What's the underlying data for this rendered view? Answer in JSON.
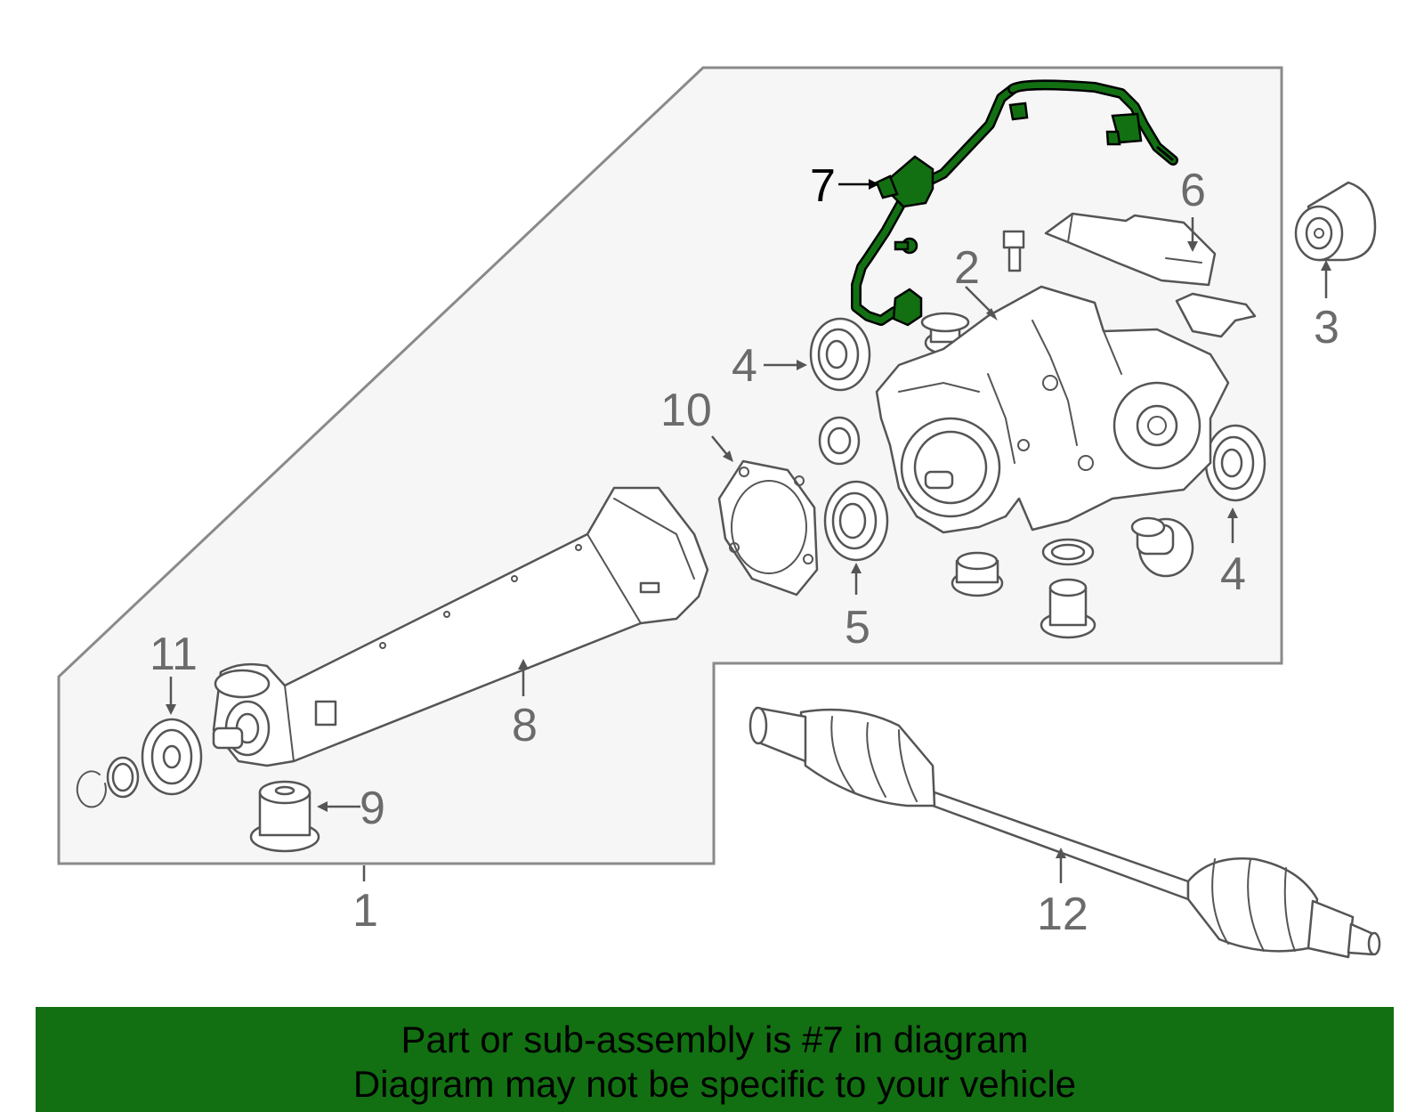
{
  "colors": {
    "highlight": "#127012",
    "panel_fill": "#f6f6f6",
    "panel_stroke": "#8a8a8a",
    "footer_bg": "#127012",
    "footer_text": "#000000"
  },
  "callouts": [
    {
      "id": "1",
      "label": "1"
    },
    {
      "id": "2",
      "label": "2"
    },
    {
      "id": "3",
      "label": "3"
    },
    {
      "id": "4a",
      "label": "4"
    },
    {
      "id": "4b",
      "label": "4"
    },
    {
      "id": "5",
      "label": "5"
    },
    {
      "id": "6",
      "label": "6"
    },
    {
      "id": "7",
      "label": "7",
      "highlighted": true
    },
    {
      "id": "8",
      "label": "8"
    },
    {
      "id": "9",
      "label": "9"
    },
    {
      "id": "10",
      "label": "10"
    },
    {
      "id": "11",
      "label": "11"
    },
    {
      "id": "12",
      "label": "12"
    }
  ],
  "footer": {
    "line1": "Part or sub-assembly is #7 in diagram",
    "line2": "Diagram may not be specific to your vehicle"
  }
}
